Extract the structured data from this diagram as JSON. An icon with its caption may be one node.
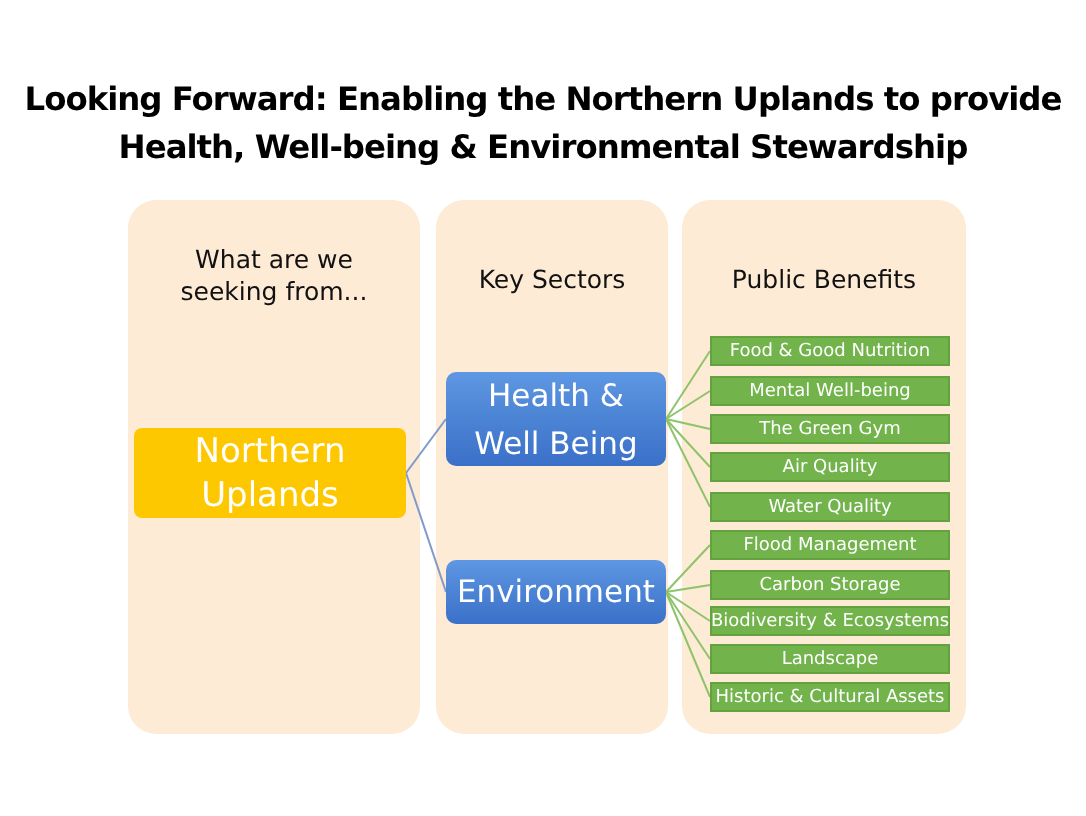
{
  "diagram": {
    "title": "Looking Forward: Enabling the Northern Uplands to provide Health, Well-being & Environmental Stewardship",
    "nodes": [
      {
        "text": [
          "What are we seeking from..."
        ]
      },
      {
        "text": [
          "Key Sectors"
        ]
      },
      {
        "text": [
          "Public Benefits"
        ]
      },
      {
        "text": [
          "Northern Uplands"
        ],
        "in": 0
      },
      {
        "text": [
          "Health & Well Being"
        ],
        "in": 1
      },
      {
        "text": [
          "Environment"
        ],
        "in": 1
      },
      {
        "text": [
          "Food & Good Nutrition"
        ],
        "in": 2
      },
      {
        "text": [
          "Mental Well-being"
        ],
        "in": 2
      },
      {
        "text": [
          "The Green Gym"
        ],
        "in": 2
      },
      {
        "text": [
          "Air Quality"
        ],
        "in": 2
      },
      {
        "text": [
          "Water Quality"
        ],
        "in": 2
      },
      {
        "text": [
          "Flood Management"
        ],
        "in": 2
      },
      {
        "text": [
          "Carbon Storage"
        ],
        "in": 2
      },
      {
        "text": [
          "Biodiversity & Ecosystems"
        ],
        "in": 2
      },
      {
        "text": [
          "Landscape"
        ],
        "in": 2
      },
      {
        "text": [
          "Historic & Cultural Assets"
        ],
        "in": 2
      }
    ],
    "edges": [
      {
        "from": 3,
        "to": 4,
        "arrow": "none",
        "color": "#7f9acb"
      },
      {
        "from": 3,
        "to": 5,
        "arrow": "none",
        "color": "#7f9acb"
      },
      {
        "from": 4,
        "to": 6,
        "arrow": "none"
      },
      {
        "from": 4,
        "to": 7,
        "arrow": "none"
      },
      {
        "from": 4,
        "to": 8,
        "arrow": "none"
      },
      {
        "from": 4,
        "to": 9,
        "arrow": "none"
      },
      {
        "from": 4,
        "to": 10,
        "arrow": "none"
      },
      {
        "from": 5,
        "to": 11,
        "arrow": "none"
      },
      {
        "from": 5,
        "to": 12,
        "arrow": "none"
      },
      {
        "from": 5,
        "to": 13,
        "arrow": "none"
      },
      {
        "from": 5,
        "to": 14,
        "arrow": "none"
      },
      {
        "from": 5,
        "to": 15,
        "arrow": "none"
      }
    ]
  }
}
